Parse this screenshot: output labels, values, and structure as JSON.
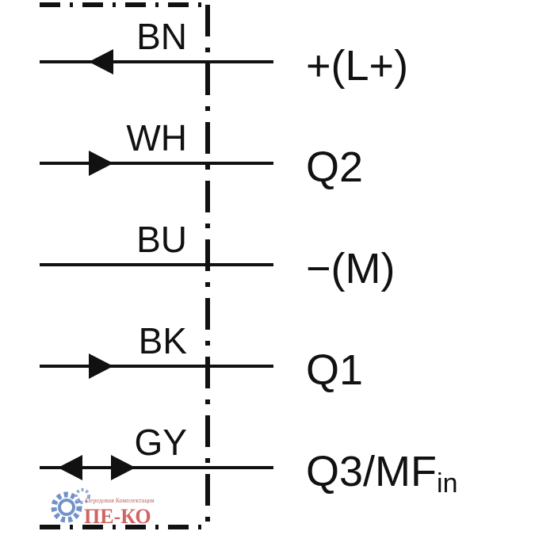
{
  "wires": [
    {
      "code": "BN",
      "signal": "+(L+)",
      "direction": "in"
    },
    {
      "code": "WH",
      "signal": "Q2",
      "direction": "out"
    },
    {
      "code": "BU",
      "signal": "−(M)",
      "direction": "none"
    },
    {
      "code": "BK",
      "signal": "Q1",
      "direction": "out"
    },
    {
      "code": "GY",
      "signal": "Q3/MF",
      "signal_sub": "in",
      "direction": "bidirectional"
    }
  ],
  "watermark": {
    "tagline": "Передовая Комплектация",
    "brand": "ПЕ-КО",
    "gear_color": "#5a7fc0",
    "text_color": "#c84a4a"
  },
  "colors": {
    "line": "#111111",
    "background": "#ffffff"
  }
}
